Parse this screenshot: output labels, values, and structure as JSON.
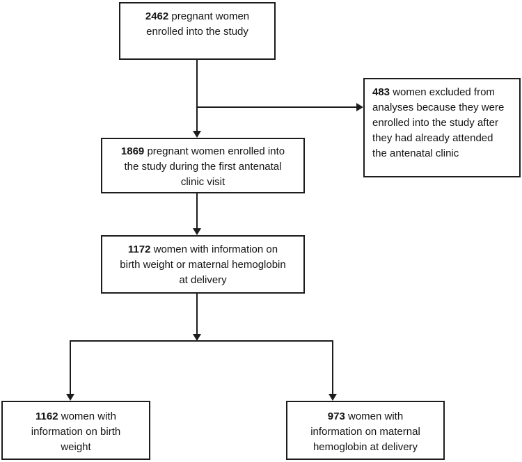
{
  "diagram_type": "study-enrollment-flowchart",
  "colors": {
    "line": "#1c1c1c",
    "text": "#141414",
    "background": "#ffffff"
  },
  "nodes": {
    "enrolled": {
      "number": "2462",
      "lines": [
        " pregnant women",
        "enrolled into the study"
      ]
    },
    "excluded": {
      "number": "483",
      "lines": [
        " women excluded from",
        "analyses because they were",
        "enrolled into the study after",
        "they had already attended",
        "the antenatal clinic"
      ]
    },
    "first_visit": {
      "number": "1869",
      "lines": [
        " pregnant women enrolled into",
        "the study during the first antenatal",
        "clinic visit"
      ]
    },
    "info_any": {
      "number": "1172",
      "lines": [
        " women with information on",
        "birth weight or maternal hemoglobin",
        "at delivery"
      ]
    },
    "birth_weight": {
      "number": "1162",
      "lines": [
        " women with",
        "information on birth",
        "weight"
      ]
    },
    "hemoglobin": {
      "number": "973",
      "lines": [
        " women with",
        "information on maternal",
        "hemoglobin at delivery"
      ]
    }
  }
}
